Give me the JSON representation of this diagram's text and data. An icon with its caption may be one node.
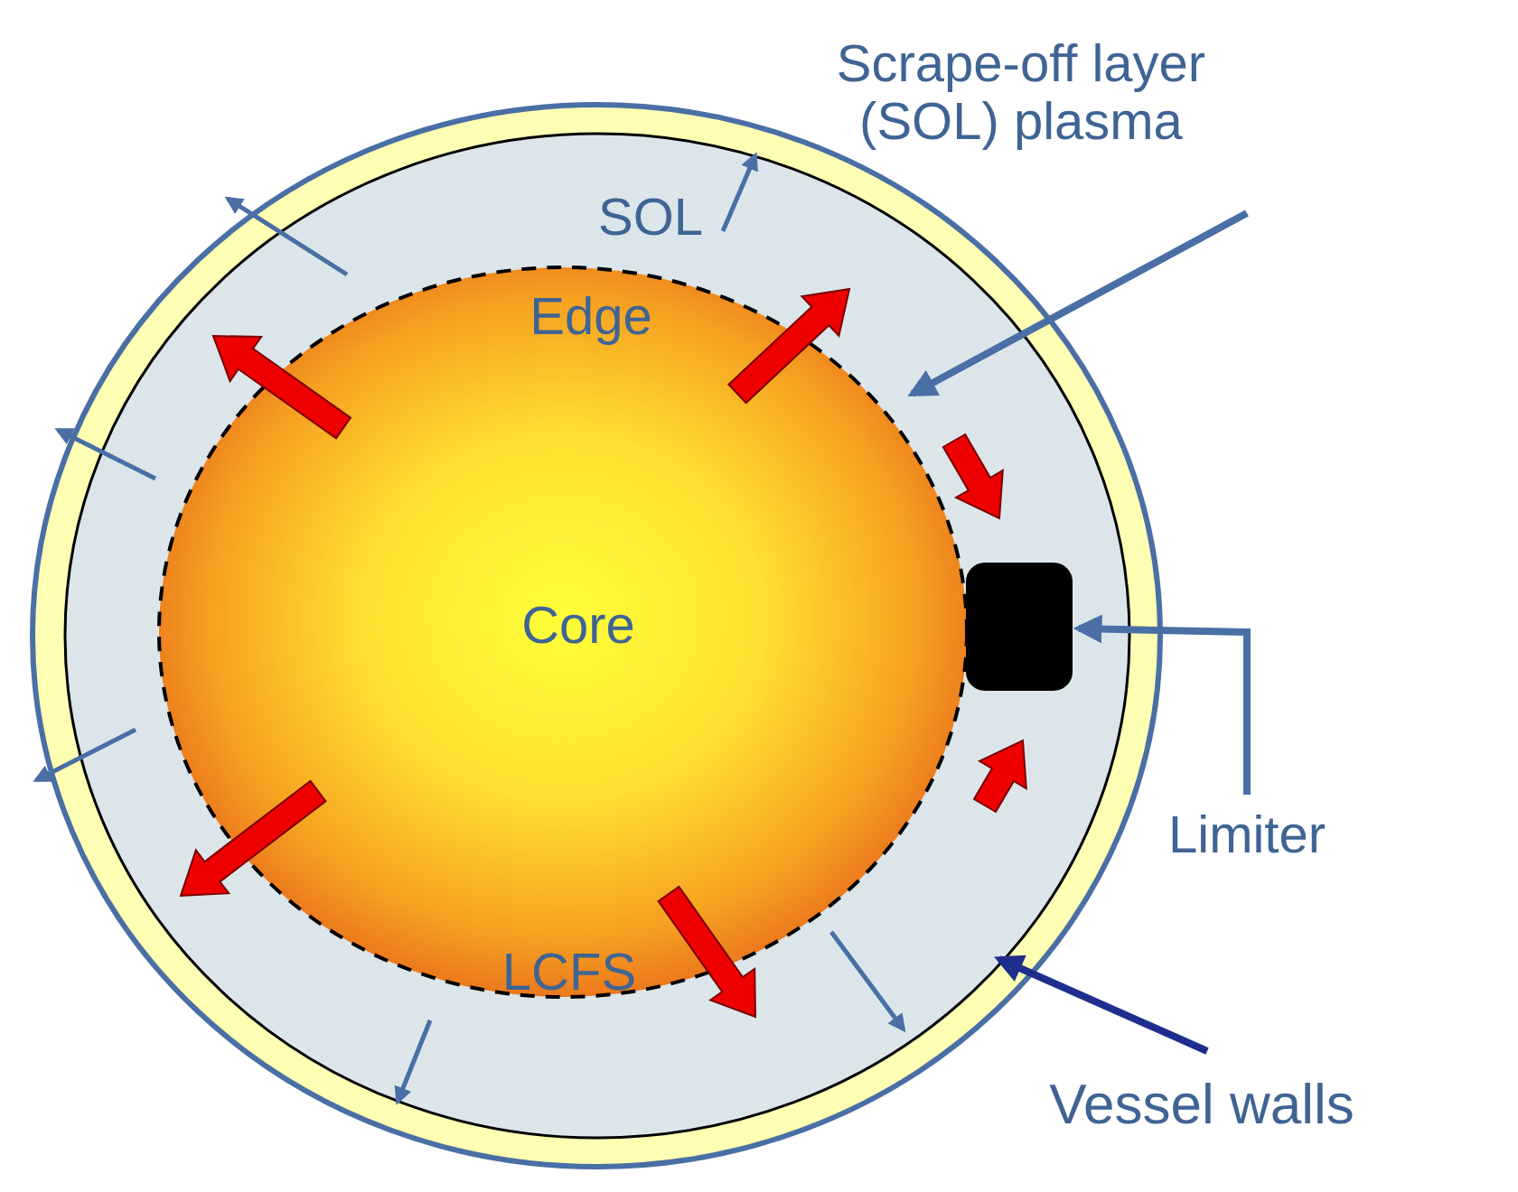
{
  "diagram": {
    "nodes": [
      {
        "text": [
          "Scrape-off layer (SOL) plasma"
        ]
      },
      {
        "text": [],
        "shape": "circle"
      },
      {
        "text": [
          "SOL"
        ],
        "in": 1
      },
      {
        "text": [
          "Edge",
          "Core",
          "LCFS"
        ],
        "in": 2
      },
      {
        "text": [],
        "shape": "box",
        "in": 2
      },
      {
        "text": [
          "Limiter"
        ]
      },
      {
        "text": [
          "Vessel walls"
        ]
      }
    ],
    "edges": [
      {
        "from": 0,
        "to": 2,
        "arrow": "to"
      },
      {
        "from": 5,
        "to": 4,
        "arrow": "to"
      },
      {
        "from": 6,
        "to": 1,
        "arrow": "to",
        "color": "#1f2e8c"
      }
    ]
  }
}
